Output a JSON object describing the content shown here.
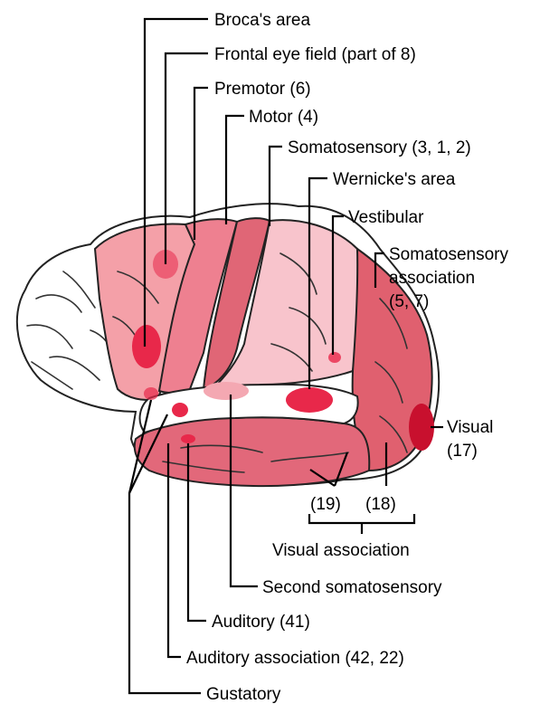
{
  "labels": {
    "broca": "Broca's area",
    "frontal_eye_field": "Frontal eye field (part of 8)",
    "premotor": "Premotor (6)",
    "motor": "Motor (4)",
    "somatosensory": "Somatosensory (3, 1, 2)",
    "wernicke": "Wernicke's area",
    "vestibular": "Vestibular",
    "soma_assoc_1": "Somatosensory",
    "soma_assoc_2": "association",
    "soma_assoc_3": "(5, 7)",
    "visual_1": "Visual",
    "visual_2": "(17)",
    "area19": "(19)",
    "area18": "(18)",
    "visual_association": "Visual association",
    "second_somatosensory": "Second somatosensory",
    "auditory": "Auditory (41)",
    "auditory_association": "Auditory association (42, 22)",
    "gustatory": "Gustatory"
  },
  "colors": {
    "prefrontal": "#f4a0a8",
    "premotor": "#ee8090",
    "motor": "#e06676",
    "somatosensory": "#f8c4cc",
    "temporal": "#e2687a",
    "occipital": "#e0606f",
    "highlight": "#e8284a",
    "visual": "#c8102e",
    "white": "#ffffff"
  }
}
